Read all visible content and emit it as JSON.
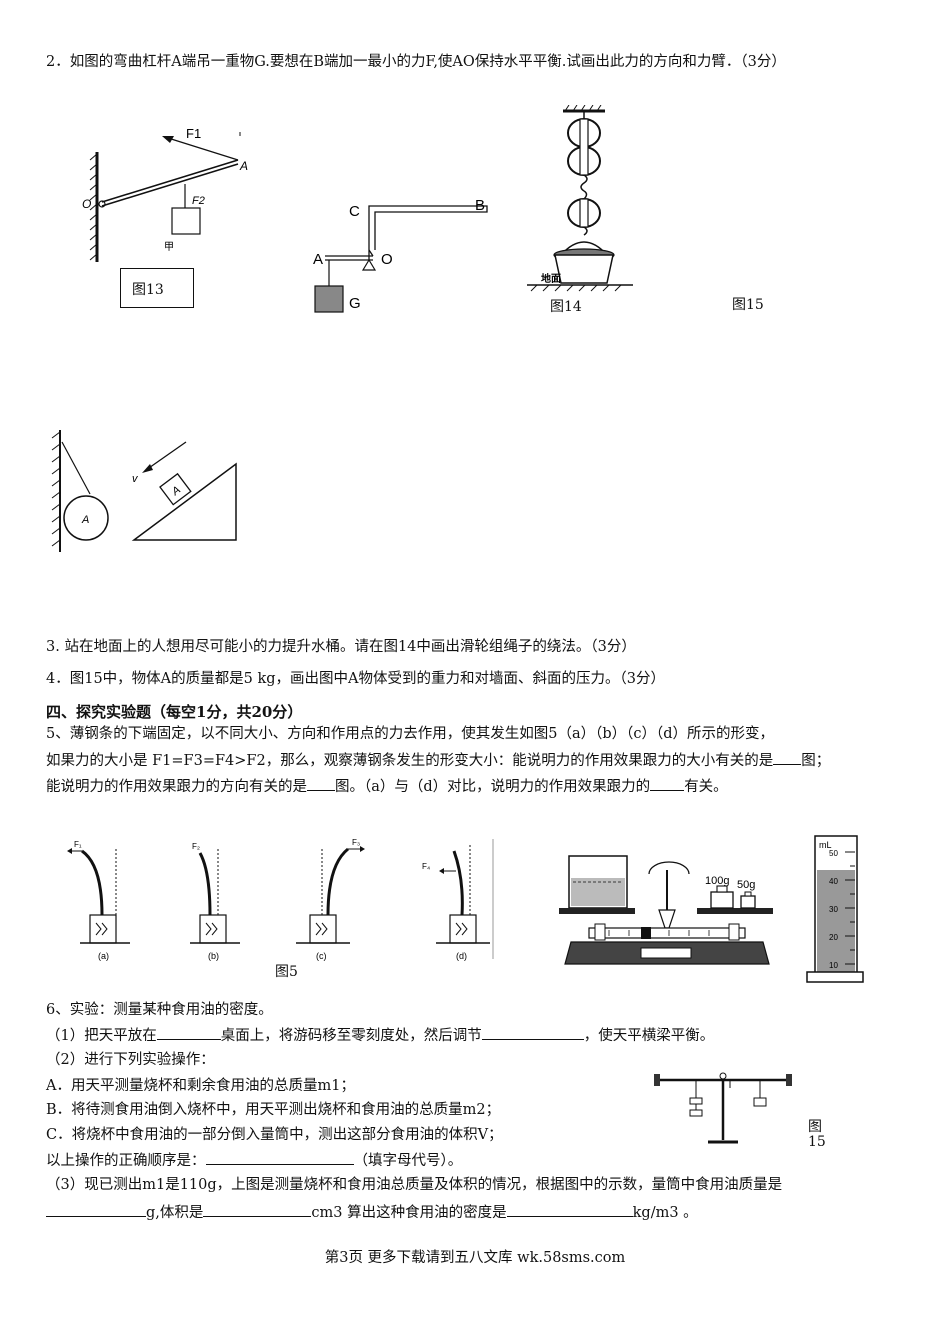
{
  "q2": {
    "text": "2．如图的弯曲杠杆A端吊一重物G.要想在B端加一最小的力F,使AO保持水平平衡.试画出此力的方向和力臂．（3分）"
  },
  "figures": {
    "fig13_caption": "图13",
    "fig14_caption": "图14",
    "fig15_caption": "图15",
    "lever_labels": {
      "f1": "F1",
      "a": "A",
      "o": "O",
      "f2": "F2",
      "g_mark": "甲"
    },
    "bent_lever_labels": {
      "c": "C",
      "b": "B",
      "a": "A",
      "o": "O",
      "g": "G"
    },
    "pulley_ground": "地面",
    "wall_ball": "A",
    "incline": {
      "v": "v",
      "block": "A"
    },
    "fig5_caption": "图5",
    "steel": {
      "forces": [
        "F₁",
        "F₂",
        "F₃",
        "F₄"
      ],
      "panels": [
        "(a)",
        "(b)",
        "(c)",
        "(d)"
      ]
    },
    "balance_weights": {
      "w100": "100g",
      "w50": "50g"
    },
    "cylinder": {
      "unit": "mL",
      "ticks": [
        "50",
        "40",
        "30",
        "20",
        "10"
      ]
    },
    "fig15b_caption_1": "图",
    "fig15b_caption_2": "15"
  },
  "q3": {
    "text": "3. 站在地面上的人想用尽可能小的力提升水桶。请在图14中画出滑轮组绳子的绕法。（3分）"
  },
  "q4": {
    "text": "4．图15中，物体A的质量都是5 kg，画出图中A物体受到的重力和对墙面、斜面的压力。（3分）"
  },
  "section4": {
    "title": "四、探究实验题（每空1分，共20分）"
  },
  "q5": {
    "line1": "5、薄钢条的下端固定，以不同大小、方向和作用点的力去作用，使其发生如图5（a）（b）（c）（d）所示的形变，",
    "line2a": "如果力的大小是 F1=F3=F4>F2，那么，观察薄钢条发生的形变大小：能说明力的作用效果跟力的大小有关的是",
    "line2b": "图；",
    "line3a": "能说明力的作用效果跟力的方向有关的是",
    "line3b": "图。（a）与（d）对比，说明力的作用效果跟力的",
    "line3c": "有关。"
  },
  "q6": {
    "title": "6、实验：测量某种食用油的密度。",
    "s1a": "（1）把天平放在",
    "s1b": "桌面上，将游码移至零刻度处，然后调节",
    "s1c": "，使天平横梁平衡。",
    "s2": "（2）进行下列实验操作：",
    "opA": "A．用天平测量烧杯和剩余食用油的总质量m1；",
    "opB": "B．将待测食用油倒入烧杯中，用天平测出烧杯和食用油的总质量m2；",
    "opC": "C．将烧杯中食用油的一部分倒入量筒中，测出这部分食用油的体积V；",
    "order_a": "以上操作的正确顺序是：",
    "order_b": "（填字母代号）。",
    "s3": "（3）现已测出m1是110g，上图是测量烧杯和食用油总质量及体积的情况，根据图中的示数，量筒中食用油质量是",
    "s3b": "g,体积是",
    "s3c": "cm3 算出这种食用油的密度是",
    "s3d": "kg/m3 。"
  },
  "footer": {
    "text": "第3页 更多下载请到五八文库 wk.58sms.com"
  }
}
